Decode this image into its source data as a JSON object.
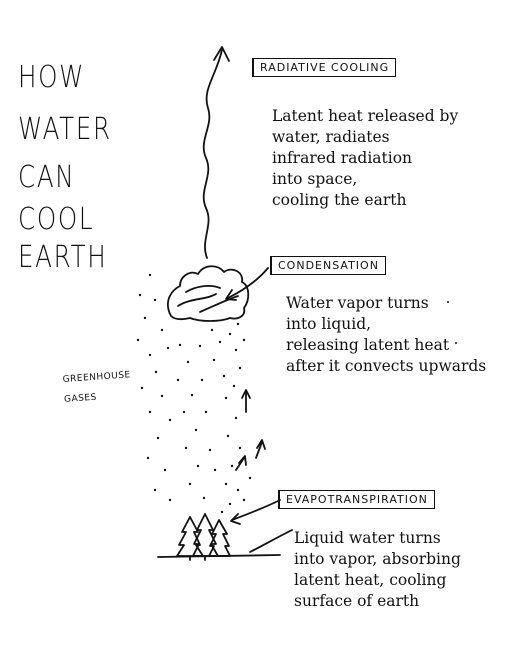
{
  "title": {
    "lines": [
      "HOW",
      "WATER",
      "CAN",
      "COOL",
      "EARTH"
    ]
  },
  "labels": {
    "radiative": "RADIATIVE COOLING",
    "condensation": "CONDENSATION",
    "evapotranspiration": "EVAPOTRANSPIRATION",
    "greenhouse_1": "GREENHOUSE",
    "greenhouse_2": "GASES"
  },
  "descriptions": {
    "radiative": [
      "Latent heat released by",
      "water, radiates",
      "infrared radiation",
      "into space,",
      "cooling the earth"
    ],
    "condensation": [
      "Water vapor turns",
      "into liquid,",
      "releasing latent heat",
      "after it convects upwards"
    ],
    "evapotranspiration": [
      "Liquid water turns",
      "into vapor, absorbing",
      "latent heat, cooling",
      "surface of earth"
    ]
  },
  "colors": {
    "ink": "#111111",
    "paper": "#ffffff"
  },
  "icons": [
    "wavy-arrow-icon",
    "cloud-icon",
    "trees-icon",
    "ground-line",
    "arrow-icon"
  ]
}
